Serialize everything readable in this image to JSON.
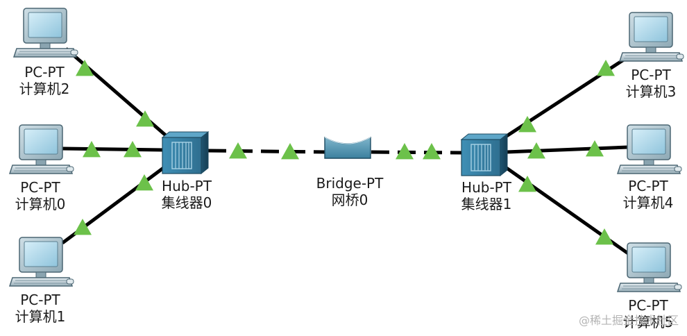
{
  "devices": {
    "pc2": {
      "model": "PC-PT",
      "name": "计算机2"
    },
    "pc0": {
      "model": "PC-PT",
      "name": "计算机0"
    },
    "pc1": {
      "model": "PC-PT",
      "name": "计算机1"
    },
    "hub0": {
      "model": "Hub-PT",
      "name": "集线器0"
    },
    "bridge": {
      "model": "Bridge-PT",
      "name": "网桥0"
    },
    "hub1": {
      "model": "Hub-PT",
      "name": "集线器1"
    },
    "pc3": {
      "model": "PC-PT",
      "name": "计算机3"
    },
    "pc4": {
      "model": "PC-PT",
      "name": "计算机4"
    },
    "pc5": {
      "model": "PC-PT",
      "name": "计算机5"
    }
  },
  "link_status_color": "#6cc14a",
  "watermark": "@稀土掘金技术社区"
}
